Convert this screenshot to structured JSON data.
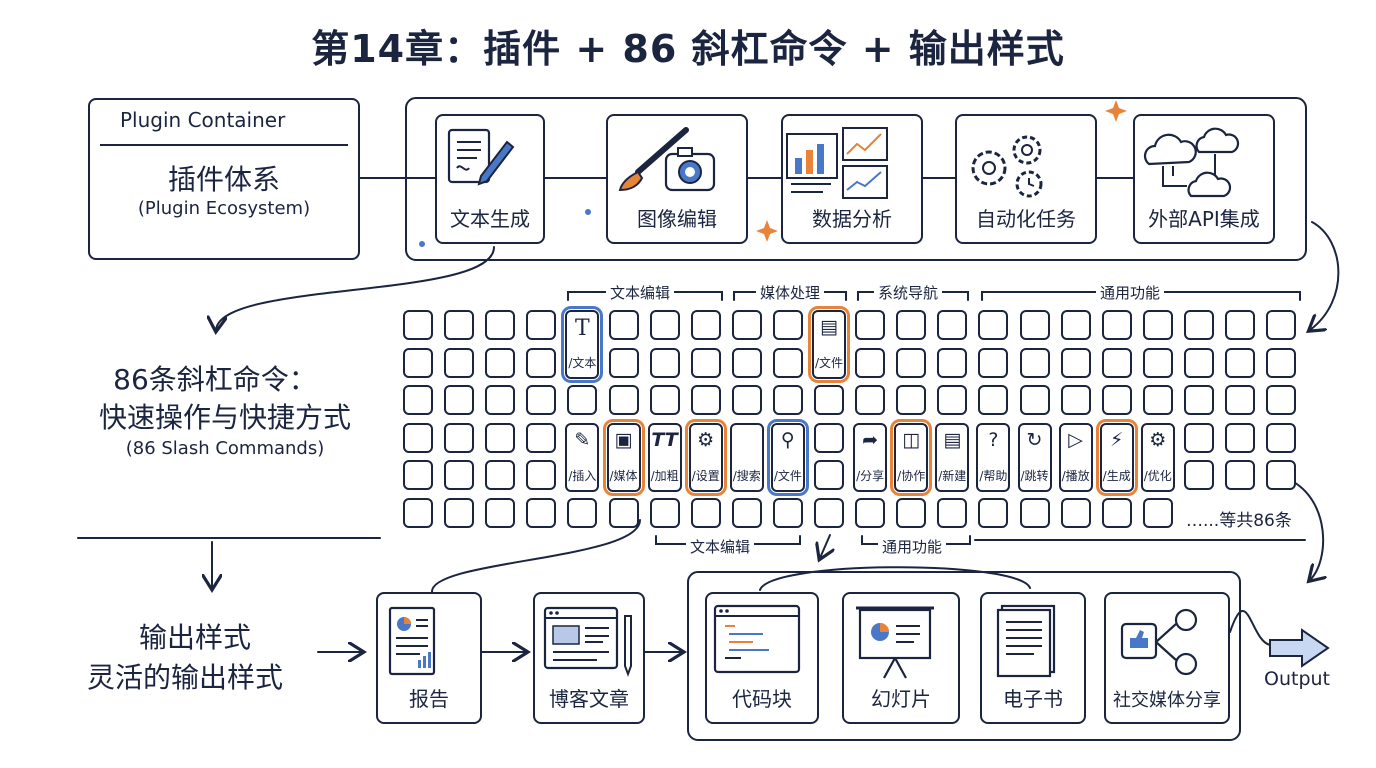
{
  "title": "第14章：插件 + 86 斜杠命令 + 输出样式",
  "plugin_container": {
    "heading": "Plugin Container",
    "title_cn": "插件体系",
    "title_en": "(Plugin Ecosystem)"
  },
  "plugins": [
    {
      "label": "文本生成",
      "icon": "document-pen-icon"
    },
    {
      "label": "图像编辑",
      "icon": "brush-camera-icon"
    },
    {
      "label": "数据分析",
      "icon": "charts-icon"
    },
    {
      "label": "自动化任务",
      "icon": "gears-icon"
    },
    {
      "label": "外部API集成",
      "icon": "cloud-network-icon"
    }
  ],
  "commands_section": {
    "line1": "86条斜杠命令：",
    "line2": "快速操作与快捷方式",
    "line3": "(86 Slash Commands)"
  },
  "groups_top": [
    "文本编辑",
    "媒体处理",
    "系统导航",
    "通用功能"
  ],
  "groups_bottom": [
    "文本编辑",
    "通用功能"
  ],
  "highlight_commands": [
    {
      "label": "/文本",
      "icon": "T",
      "accent": "blue"
    },
    {
      "label": "/文件",
      "icon": "doc",
      "accent": "orange"
    },
    {
      "label": "/插入",
      "icon": "note",
      "accent": "none"
    },
    {
      "label": "/媒体",
      "icon": "image",
      "accent": "orange"
    },
    {
      "label": "/加粗",
      "icon": "bold",
      "accent": "none"
    },
    {
      "label": "/设置",
      "icon": "gear",
      "accent": "orange"
    },
    {
      "label": "/搜索",
      "icon": "none",
      "accent": "none"
    },
    {
      "label": "/文件",
      "icon": "search",
      "accent": "blue"
    },
    {
      "label": "/分享",
      "icon": "share",
      "accent": "none"
    },
    {
      "label": "/协作",
      "icon": "folder",
      "accent": "orange"
    },
    {
      "label": "/新建",
      "icon": "newdoc",
      "accent": "none"
    },
    {
      "label": "/帮助",
      "icon": "help",
      "accent": "none"
    },
    {
      "label": "/跳转",
      "icon": "jump",
      "accent": "none"
    },
    {
      "label": "/播放",
      "icon": "play",
      "accent": "none"
    },
    {
      "label": "/生成",
      "icon": "bolt",
      "accent": "orange"
    },
    {
      "label": "/优化",
      "icon": "gear",
      "accent": "none"
    }
  ],
  "total_note": "…...等共86条",
  "output_section": {
    "line1": "输出样式",
    "line2": "灵活的输出样式"
  },
  "outputs": [
    {
      "label": "报告",
      "icon": "report-icon"
    },
    {
      "label": "博客文章",
      "icon": "blog-icon"
    },
    {
      "label": "代码块",
      "icon": "code-icon"
    },
    {
      "label": "幻灯片",
      "icon": "slides-icon"
    },
    {
      "label": "电子书",
      "icon": "ebook-icon"
    },
    {
      "label": "社交媒体分享",
      "icon": "social-share-icon"
    }
  ],
  "output_label": "Output",
  "colors": {
    "ink": "#1c2540",
    "orange": "#e8843a",
    "blue": "#4a78c9"
  }
}
